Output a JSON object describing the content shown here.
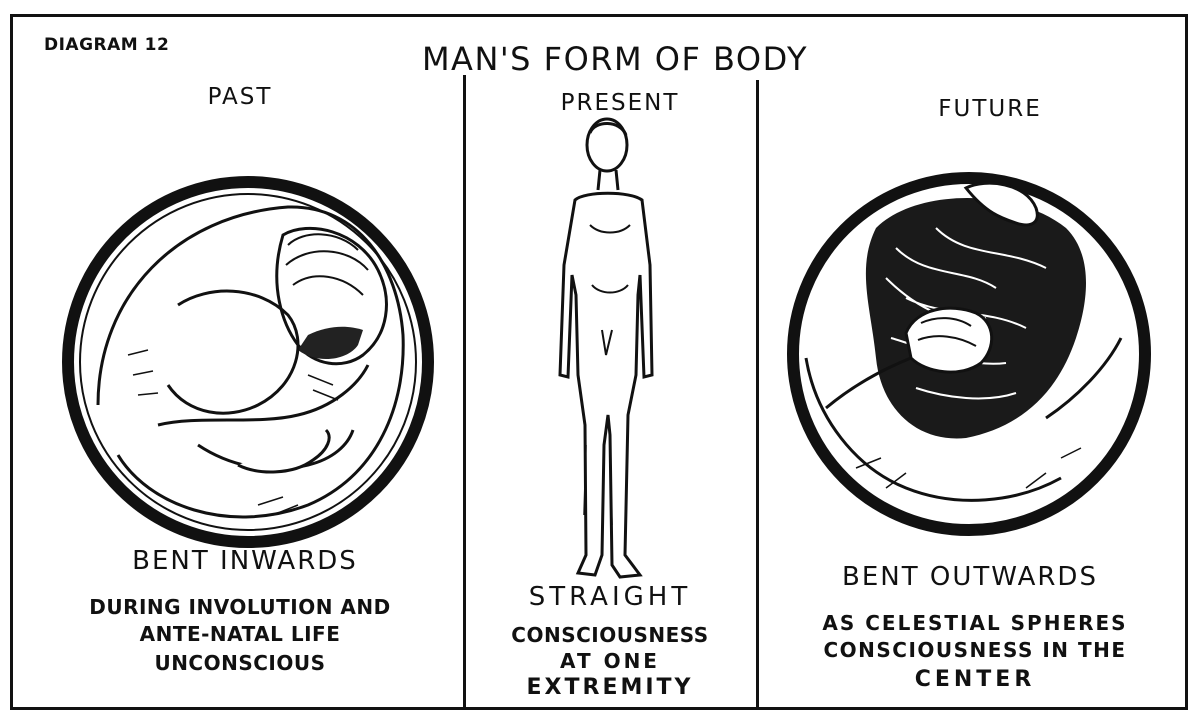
{
  "diagram_label": "DIAGRAM 12",
  "title": "MAN'S FORM OF BODY",
  "panels": [
    {
      "heading": "PAST",
      "caption_main": "BENT INWARDS",
      "caption_lines": [
        "DURING INVOLUTION AND",
        "ANTE-NATAL LIFE",
        "UNCONSCIOUS"
      ],
      "illustration": "figure-curled-inward-in-circle"
    },
    {
      "heading": "PRESENT",
      "caption_main": "STRAIGHT",
      "caption_lines": [
        "CONSCIOUSNESS",
        "AT ONE",
        "EXTREMITY"
      ],
      "illustration": "standing-figure-upright"
    },
    {
      "heading": "FUTURE",
      "caption_main": "BENT OUTWARDS",
      "caption_lines": [
        "AS CELESTIAL SPHERES",
        "CONSCIOUSNESS IN THE",
        "CENTER"
      ],
      "illustration": "figure-curved-outward-in-circle"
    }
  ]
}
